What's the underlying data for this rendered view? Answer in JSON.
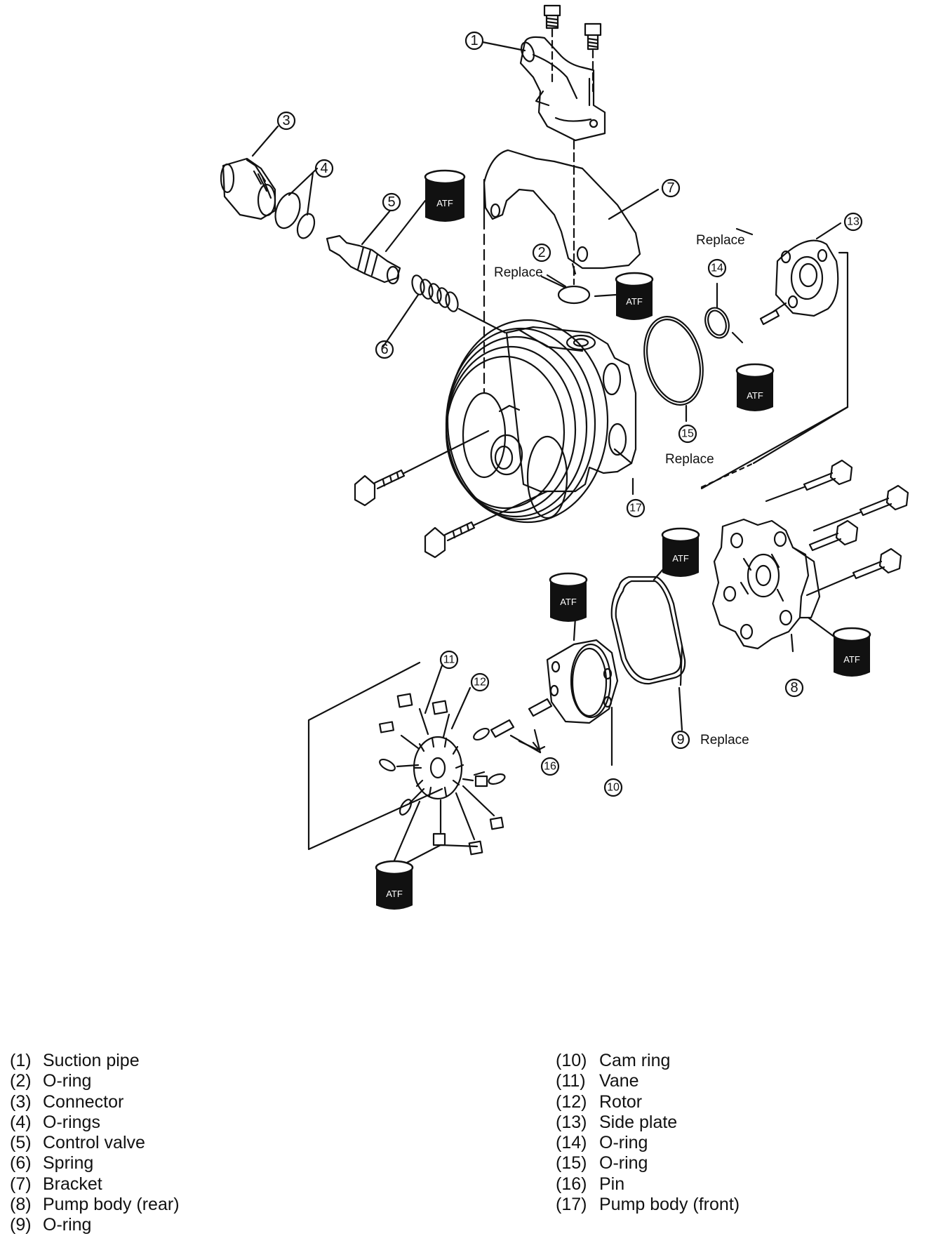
{
  "diagram": {
    "callouts": {
      "c1": "1",
      "c2": "2",
      "c3": "3",
      "c4": "4",
      "c5": "5",
      "c6": "6",
      "c7": "7",
      "c8": "8",
      "c9": "9",
      "c10": "10",
      "c11": "11",
      "c12": "12",
      "c13": "13",
      "c14": "14",
      "c15": "15",
      "c16": "16",
      "c17": "17"
    },
    "notes": {
      "replace_2": "Replace",
      "replace_14": "Replace",
      "replace_15": "Replace",
      "replace_9": "Replace"
    },
    "atf_label": "ATF"
  },
  "legend": {
    "left": [
      {
        "num": "(1)",
        "label": "Suction pipe"
      },
      {
        "num": "(2)",
        "label": "O-ring"
      },
      {
        "num": "(3)",
        "label": "Connector"
      },
      {
        "num": "(4)",
        "label": "O-rings"
      },
      {
        "num": "(5)",
        "label": "Control valve"
      },
      {
        "num": "(6)",
        "label": "Spring"
      },
      {
        "num": "(7)",
        "label": "Bracket"
      },
      {
        "num": "(8)",
        "label": "Pump body (rear)"
      },
      {
        "num": "(9)",
        "label": "O-ring"
      }
    ],
    "right": [
      {
        "num": "(10)",
        "label": "Cam ring"
      },
      {
        "num": "(11)",
        "label": "Vane"
      },
      {
        "num": "(12)",
        "label": "Rotor"
      },
      {
        "num": "(13)",
        "label": "Side plate"
      },
      {
        "num": "(14)",
        "label": "O-ring"
      },
      {
        "num": "(15)",
        "label": "O-ring"
      },
      {
        "num": "(16)",
        "label": "Pin"
      },
      {
        "num": "(17)",
        "label": "Pump body (front)"
      }
    ]
  }
}
